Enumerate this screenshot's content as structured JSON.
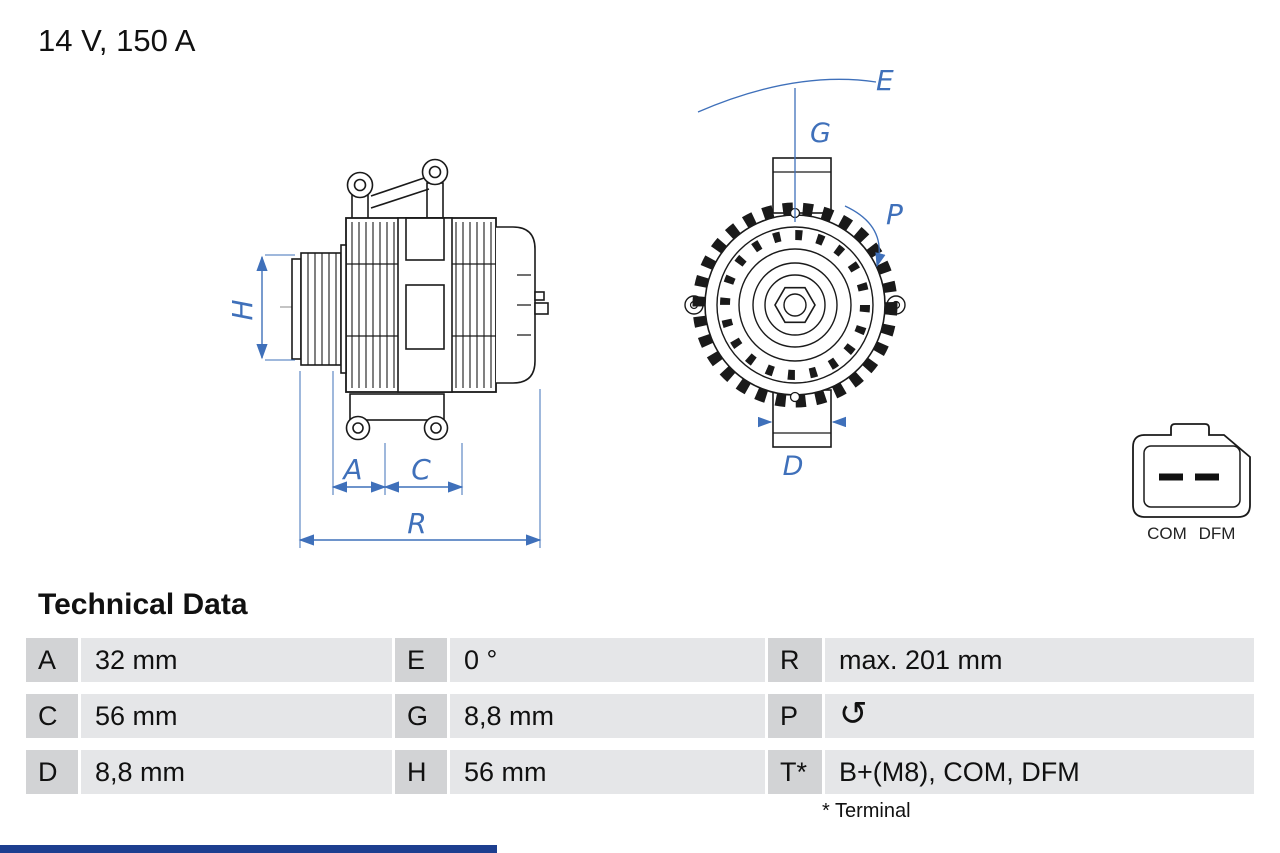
{
  "title": "14 V, 150 A",
  "drawing": {
    "side_view": {
      "labels": {
        "h": "H",
        "a": "A",
        "c": "C",
        "r": "R"
      }
    },
    "front_view": {
      "labels": {
        "e": "E",
        "g": "G",
        "p": "P",
        "d": "D"
      }
    },
    "connector": {
      "com": "COM",
      "dfm": "DFM"
    }
  },
  "table": {
    "heading": "Technical Data",
    "rows": [
      [
        {
          "key": "A",
          "value": "32 mm"
        },
        {
          "key": "E",
          "value": "0 °"
        },
        {
          "key": "R",
          "value": "max. 201 mm"
        }
      ],
      [
        {
          "key": "C",
          "value": "56 mm"
        },
        {
          "key": "G",
          "value": "8,8 mm"
        },
        {
          "key": "P",
          "value": "↺",
          "icon": "rotation-ccw-icon"
        }
      ],
      [
        {
          "key": "D",
          "value": "8,8 mm"
        },
        {
          "key": "H",
          "value": "56 mm"
        },
        {
          "key": "T*",
          "value": "B+(M8), COM, DFM"
        }
      ]
    ],
    "footnote": "* Terminal"
  },
  "colors": {
    "dimension_blue": "#3f70ba",
    "table_key_bg": "#d2d3d5",
    "table_value_bg": "#e5e6e8",
    "bottom_bar": "#1d3e8f"
  }
}
